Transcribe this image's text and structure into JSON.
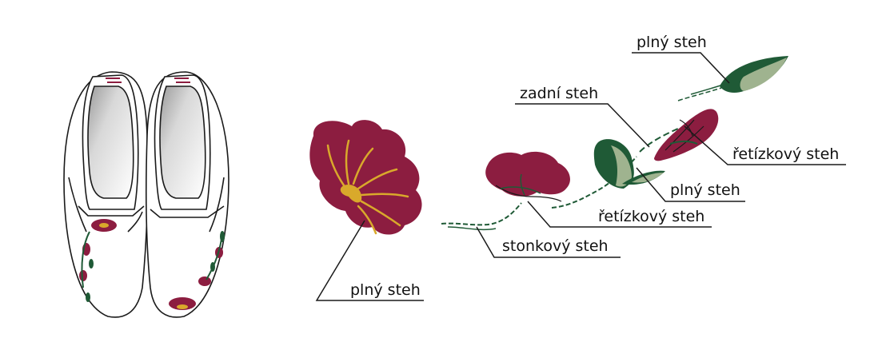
{
  "labels": {
    "plny_steh_top": "plný steh",
    "zadni_steh": "zadní steh",
    "retizkovy_steh_right": "řetízkový steh",
    "plny_steh_mid": "plný steh",
    "retizkovy_steh_mid": "řetízkový steh",
    "stonkovy_steh": "stonkový steh",
    "plny_steh_flower": "plný steh"
  },
  "colors": {
    "burgundy": "#8c1d40",
    "mustard": "#d9a92b",
    "dark_green": "#1f5a36",
    "sage": "#9fb38f",
    "outline": "#1a1a1a"
  }
}
